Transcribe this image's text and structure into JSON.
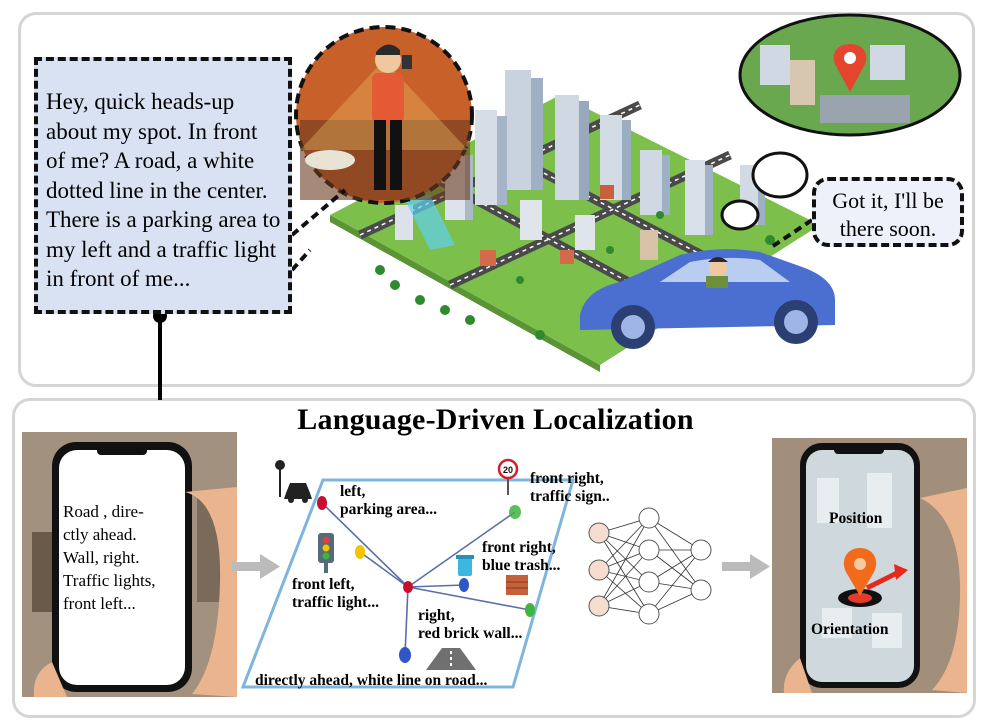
{
  "speech_bubble": {
    "text": "Hey, quick heads-up about my spot. In front of me? A road, a white dotted line in the center. There is a parking area to my left and a traffic light in front of me..."
  },
  "reply_bubble": {
    "line1": "Got it, I'll be",
    "line2": "there soon."
  },
  "section_title": "Language-Driven Localization",
  "phone_input": {
    "line1": "Road , dire-",
    "line2": "ctly ahead.",
    "line3": "Wall, right.",
    "line4": "Traffic lights,",
    "line5": "front left..."
  },
  "landmarks": {
    "parking": {
      "line1": "left,",
      "line2": "parking area..."
    },
    "sign": {
      "line1": "front right,",
      "line2": "traffic sign.."
    },
    "trash": {
      "line1": "front right,",
      "line2": "blue trash..."
    },
    "light": {
      "line1": "front left,",
      "line2": "traffic light..."
    },
    "wall": {
      "line1": "right,",
      "line2": "red brick wall..."
    },
    "road": {
      "line1": "directly ahead, white line on road..."
    }
  },
  "output_phone": {
    "position_label": "Position",
    "orientation_label": "Orientation"
  },
  "sign_number": "20",
  "colors": {
    "bubble_fill": "#d9e2f3",
    "map_border": "#7fb5dc",
    "node_red": "#c8102e",
    "node_yellow": "#f2c500",
    "node_green": "#3fb43f",
    "node_blue": "#2f56c9",
    "car_blue": "#4a6fd1"
  }
}
